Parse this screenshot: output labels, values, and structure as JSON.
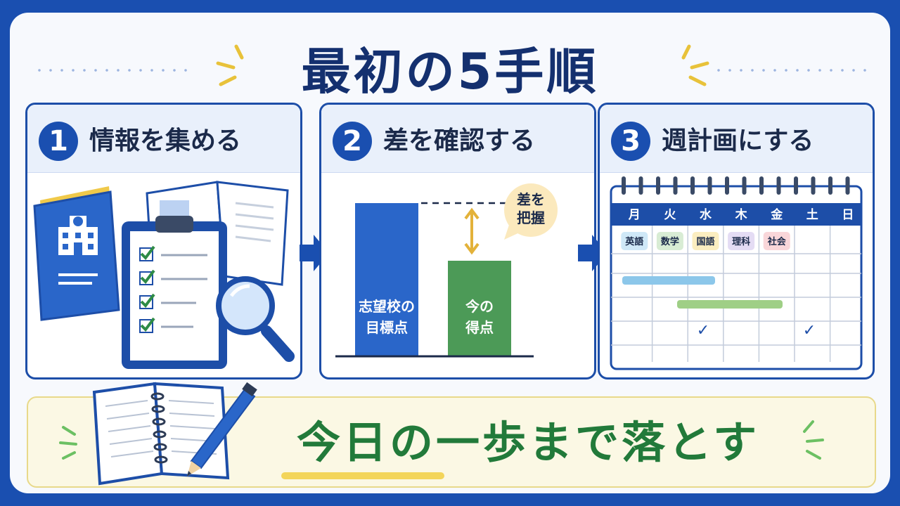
{
  "title": "最初の5手順",
  "steps": [
    {
      "number": "1",
      "title": "情報を集める"
    },
    {
      "number": "2",
      "title": "差を確認する"
    },
    {
      "number": "3",
      "title": "週計画にする"
    }
  ],
  "gap_chart": {
    "target_label_line1": "志望校の",
    "target_label_line2": "目標点",
    "current_label_line1": "今の",
    "current_label_line2": "得点",
    "bubble_line1": "差を",
    "bubble_line2": "把握"
  },
  "calendar": {
    "days": [
      "月",
      "火",
      "水",
      "木",
      "金",
      "土",
      "日"
    ],
    "subjects": [
      {
        "label": "英語",
        "color": "#cfe8f7"
      },
      {
        "label": "数学",
        "color": "#d8ecd4"
      },
      {
        "label": "国語",
        "color": "#fbedc0"
      },
      {
        "label": "理科",
        "color": "#e4dcf4"
      },
      {
        "label": "社会",
        "color": "#f9d6d9"
      }
    ],
    "checks": [
      "✓",
      "✓"
    ]
  },
  "slogan": "今日の一歩まで落とす",
  "colors": {
    "primary_blue": "#1a4fb0",
    "dark_navy": "#14306f",
    "green": "#227a3a",
    "yellow": "#f3d55a"
  }
}
